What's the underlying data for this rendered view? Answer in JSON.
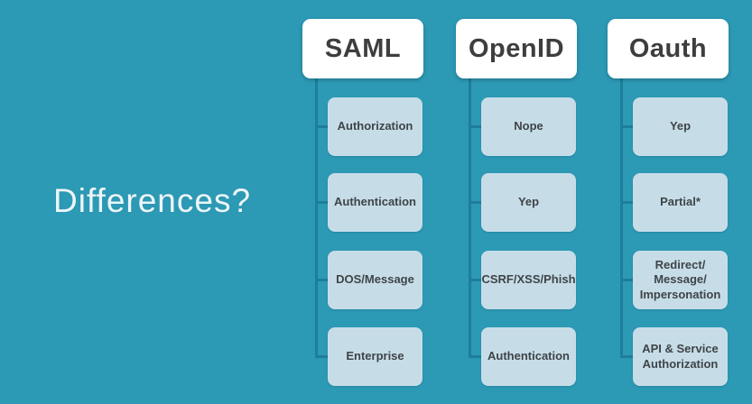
{
  "slide": {
    "title": "Differences?",
    "colors": {
      "background": "#2c99b5",
      "connector": "#1e7e99",
      "header_box_bg": "#ffffff",
      "header_text": "#3e3e3e",
      "item_box_bg": "#c6dde8",
      "item_text": "#3f4447",
      "title_text": "#edf5f8"
    },
    "columns": [
      {
        "header": "SAML",
        "items": [
          "Authorization",
          "Authentication",
          "DOS/Message",
          "Enterprise"
        ]
      },
      {
        "header": "OpenID",
        "items": [
          "Nope",
          "Yep",
          "CSRF/XSS/Phish",
          "Authentication"
        ]
      },
      {
        "header": "Oauth",
        "items": [
          "Yep",
          "Partial*",
          "Redirect/\nMessage/\nImpersonation",
          "API & Service\nAuthorization"
        ]
      }
    ]
  }
}
